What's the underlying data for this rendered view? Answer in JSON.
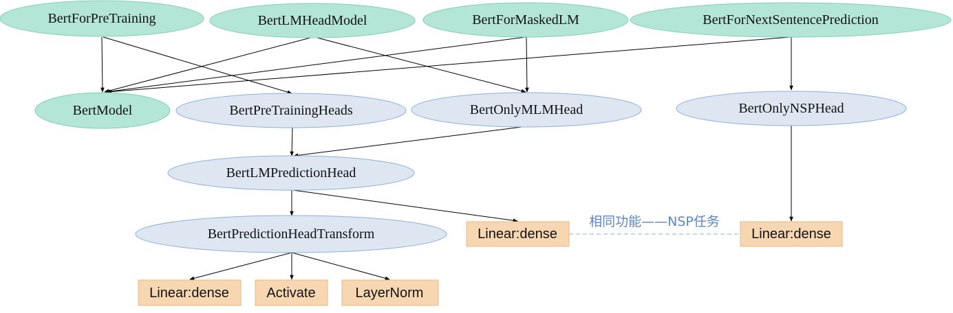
{
  "colors": {
    "green_fill": "#b3e6d6",
    "green_stroke": "#7fd0b4",
    "blue_fill": "#dee7f1",
    "blue_stroke": "#8ab0da",
    "box_fill": "#f7d7b2",
    "box_stroke": "#e8b882",
    "note_color": "#5b87c9"
  },
  "nodes": {
    "bert_for_pretraining": "BertForPreTraining",
    "bert_lm_head_model": "BertLMHeadModel",
    "bert_for_masked_lm": "BertForMaskedLM",
    "bert_for_next_sentence_prediction": "BertForNextSentencePrediction",
    "bert_model": "BertModel",
    "bert_pretraining_heads": "BertPreTrainingHeads",
    "bert_only_mlm_head": "BertOnlyMLMHead",
    "bert_only_nsp_head": "BertOnlyNSPHead",
    "bert_lm_prediction_head": "BertLMPredictionHead",
    "bert_prediction_head_transform": "BertPredictionHeadTransform"
  },
  "boxes": {
    "linear_dense_mid": "Linear:dense",
    "linear_dense_right": "Linear:dense",
    "linear_dense_bottom": "Linear:dense",
    "activate": "Activate",
    "layer_norm": "LayerNorm"
  },
  "annotation": {
    "same_function": "相同功能——NSP任务"
  }
}
